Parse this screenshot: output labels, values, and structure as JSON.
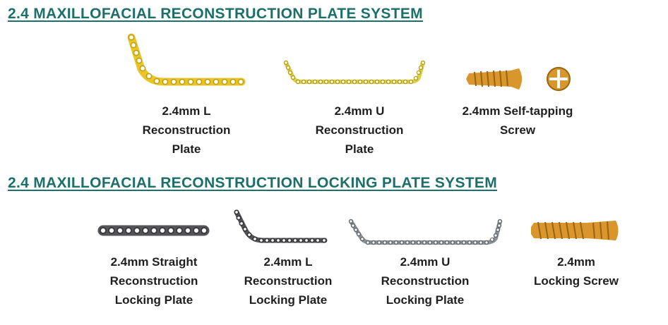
{
  "sections": [
    {
      "title": "2.4 MAXILLOFACIAL RECONSTRUCTION PLATE SYSTEM",
      "products": [
        {
          "caption": "2.4mm L\nReconstruction\nPlate",
          "icon": "l-plate-icon"
        },
        {
          "caption": "2.4mm U\nReconstruction\nPlate",
          "icon": "u-plate-icon"
        },
        {
          "caption": "2.4mm Self-tapping\nScrew",
          "icon": "self-tapping-screw-icon"
        }
      ]
    },
    {
      "title": "2.4 MAXILLOFACIAL RECONSTRUCTION LOCKING PLATE SYSTEM",
      "products": [
        {
          "caption": "2.4mm Straight\nReconstruction\nLocking Plate",
          "icon": "straight-plate-icon"
        },
        {
          "caption": "2.4mm L\nReconstruction\nLocking Plate",
          "icon": "l-locking-plate-icon"
        },
        {
          "caption": "2.4mm U\nReconstruction\nLocking Plate",
          "icon": "u-locking-plate-icon"
        },
        {
          "caption": "2.4mm\nLocking Screw",
          "icon": "locking-screw-icon"
        }
      ]
    }
  ],
  "colors": {
    "title": "#1d6f6a",
    "gold_plate": "#e8c62a",
    "gold_edge": "#b39412",
    "yellow_plate": "#d9d34a",
    "screw_gold": "#d8962d",
    "dark_plate": "#545458",
    "dark_edge": "#2d2d30",
    "grey_plate": "#8d9297",
    "hole": "#ffffff"
  }
}
